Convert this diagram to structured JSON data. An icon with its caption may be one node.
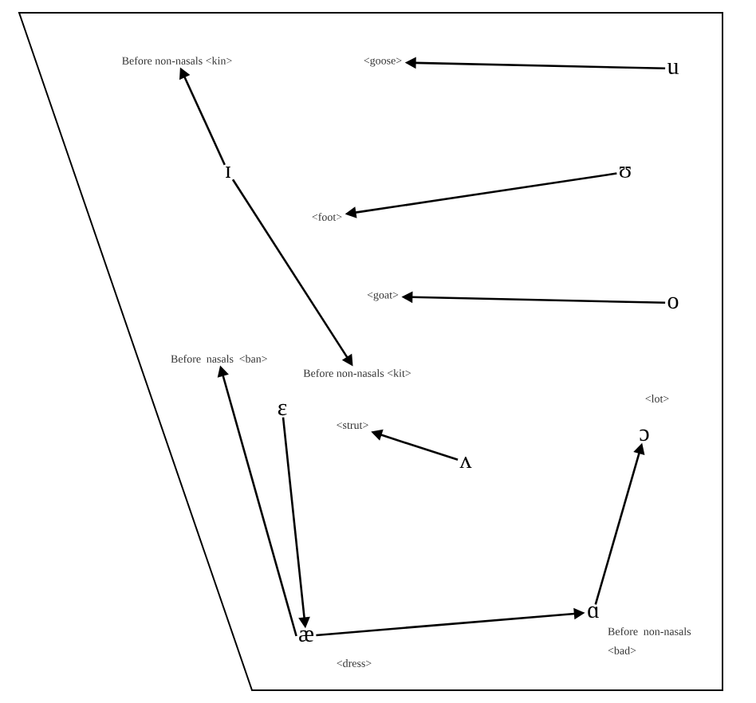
{
  "diagram": {
    "nodes": [
      {
        "text": [
          "Before non-nasals <kin>"
        ]
      },
      {
        "text": [
          "<goose>"
        ]
      },
      {
        "text": [
          "u"
        ]
      },
      {
        "text": [
          "ɪ"
        ]
      },
      {
        "text": [
          "ʊ"
        ]
      },
      {
        "text": [
          "<foot>"
        ]
      },
      {
        "text": [
          "<goat>"
        ]
      },
      {
        "text": [
          "o"
        ]
      },
      {
        "text": [
          "Before nasals <ban>"
        ]
      },
      {
        "text": [
          "Before non-nasals <kit>"
        ]
      },
      {
        "text": [
          "ɛ"
        ]
      },
      {
        "text": [
          "<strut>"
        ]
      },
      {
        "text": [
          "ʌ"
        ]
      },
      {
        "text": [
          "<lot>"
        ]
      },
      {
        "text": [
          "ɔ"
        ]
      },
      {
        "text": [
          "æ"
        ],
        "beside": [
          "<dress>"
        ]
      },
      {
        "text": [
          "ɑ"
        ],
        "beside": [
          "Before non-nasals <bad>"
        ]
      }
    ],
    "edges": [
      {
        "from": 2,
        "to": 1,
        "arrow": "to"
      },
      {
        "from": 3,
        "to": 0,
        "arrow": "to"
      },
      {
        "from": 4,
        "to": 5,
        "arrow": "to"
      },
      {
        "from": 7,
        "to": 6,
        "arrow": "to"
      },
      {
        "from": 3,
        "to": 9,
        "arrow": "to"
      },
      {
        "from": 10,
        "to": 15,
        "arrow": "to"
      },
      {
        "from": 15,
        "to": 8,
        "arrow": "to"
      },
      {
        "from": 12,
        "to": 11,
        "arrow": "to"
      },
      {
        "from": 15,
        "to": 16,
        "arrow": "to"
      },
      {
        "from": 16,
        "to": 14,
        "arrow": "to"
      }
    ]
  }
}
